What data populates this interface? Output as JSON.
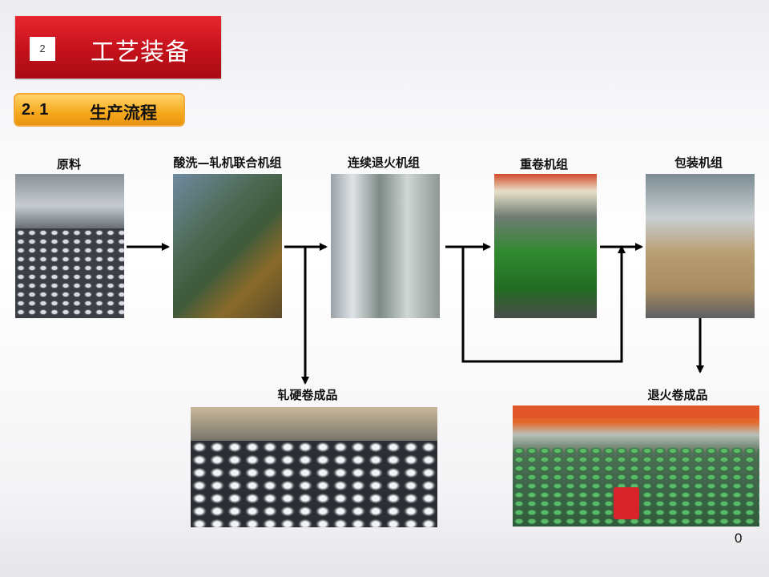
{
  "header": {
    "number": "2",
    "title": "工艺装备"
  },
  "section": {
    "number": "2. 1",
    "title": "生产流程"
  },
  "stages": {
    "raw": "原料",
    "pickling": "酸洗—轧机联合机组",
    "annealing": "连续退火机组",
    "rewinding": "重卷机组",
    "packaging": "包装机组"
  },
  "products": {
    "hard_rolled": "轧硬卷成品",
    "annealed": "退火卷成品"
  },
  "footer": {
    "page": "0"
  },
  "colors": {
    "banner": "#c4111b",
    "section_tab": "#f6a91c",
    "arrow": "#000000"
  }
}
